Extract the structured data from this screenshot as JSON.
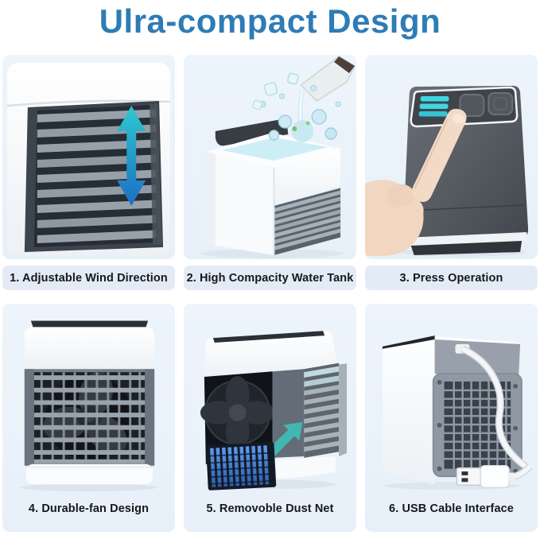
{
  "title": "Ulra-compact Design",
  "colors": {
    "title_blue": "#2e7cb5",
    "panel_bg": "#e9f1f9",
    "caption_band_bg": "#e3ecf6",
    "caption_text": "#15181c",
    "arrow_teal": "#2fc9cf",
    "arrow_blue": "#1c6ec4",
    "led_cyan": "#3fd6e0",
    "dust_filter_blue": "#3a7fd5",
    "device_dark_gray": "#474c52",
    "device_white": "#ffffff"
  },
  "features": [
    {
      "id": 1,
      "label": "1. Adjustable Wind Direction",
      "image": "louver-front-with-up-down-arrow"
    },
    {
      "id": 2,
      "label": "2. High Compacity Water Tank",
      "image": "bottle-pouring-water-into-top-tank"
    },
    {
      "id": 3,
      "label": "3. Press Operation",
      "image": "finger-pressing-top-control-panel"
    },
    {
      "id": 4,
      "label": "4. Durable-fan Design",
      "image": "front-grille-with-fan"
    },
    {
      "id": 5,
      "label": "5. Removoble Dust Net",
      "image": "open-side-with-blue-dust-filter"
    },
    {
      "id": 6,
      "label": "6. USB Cable Interface",
      "image": "rear-vent-with-usb-cable-and-plug"
    }
  ],
  "icons": {
    "wind_direction_arrow": "double-headed-vertical-arrow",
    "dust_net_arrow": "diagonal-insert-arrow",
    "power_leds": "three-cyan-led-bars",
    "usb_plug": "usb-a-connector"
  }
}
